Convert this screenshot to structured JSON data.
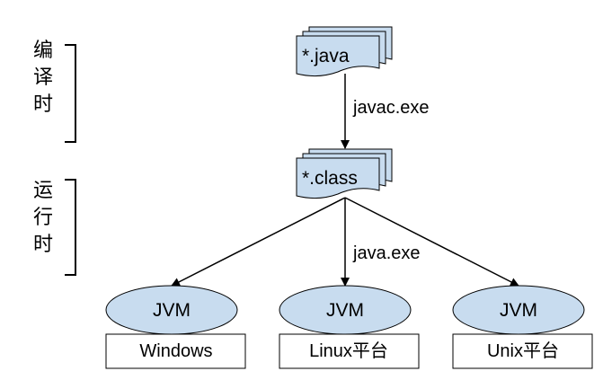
{
  "stages": {
    "compile": {
      "label": [
        "编",
        "译",
        "时"
      ]
    },
    "runtime": {
      "label": [
        "运",
        "行",
        "时"
      ]
    }
  },
  "source_file": {
    "label": "*.java"
  },
  "class_file": {
    "label": "*.class"
  },
  "compiler": {
    "label": "javac.exe"
  },
  "launcher": {
    "label": "java.exe"
  },
  "platforms": [
    {
      "vm": "JVM",
      "os": "Windows"
    },
    {
      "vm": "JVM",
      "os": "Linux平台"
    },
    {
      "vm": "JVM",
      "os": "Unix平台"
    }
  ],
  "colors": {
    "doc_fill": "#c8dcef",
    "ellipse_fill": "#c8dcef",
    "line": "#000000"
  }
}
